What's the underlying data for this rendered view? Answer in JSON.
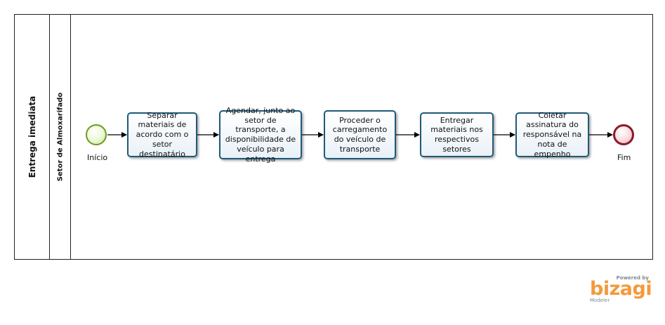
{
  "pool": {
    "label": "Entrega imediata"
  },
  "lane": {
    "label": "Setor de Almoxarifado"
  },
  "events": {
    "start": {
      "label": "Início"
    },
    "end": {
      "label": "Fim"
    }
  },
  "tasks": [
    "Separar materiais de acordo com o setor destinatário",
    "Agendar, junto ao setor de transporte, a disponibilidade de veículo para entrega",
    "Proceder o carregamento do veículo de transporte",
    "Entregar materiais nos respectivos setores",
    "Coletar assinatura do responsável na nota de empenho"
  ],
  "branding": {
    "powered_by": "Powered by",
    "logo": "bizagi",
    "product": "Modeler"
  },
  "colors": {
    "task_border": "#1f5a7a",
    "start_event": "#6a9a1f",
    "end_event": "#8b1a2a",
    "brand": "#f39a3c"
  }
}
